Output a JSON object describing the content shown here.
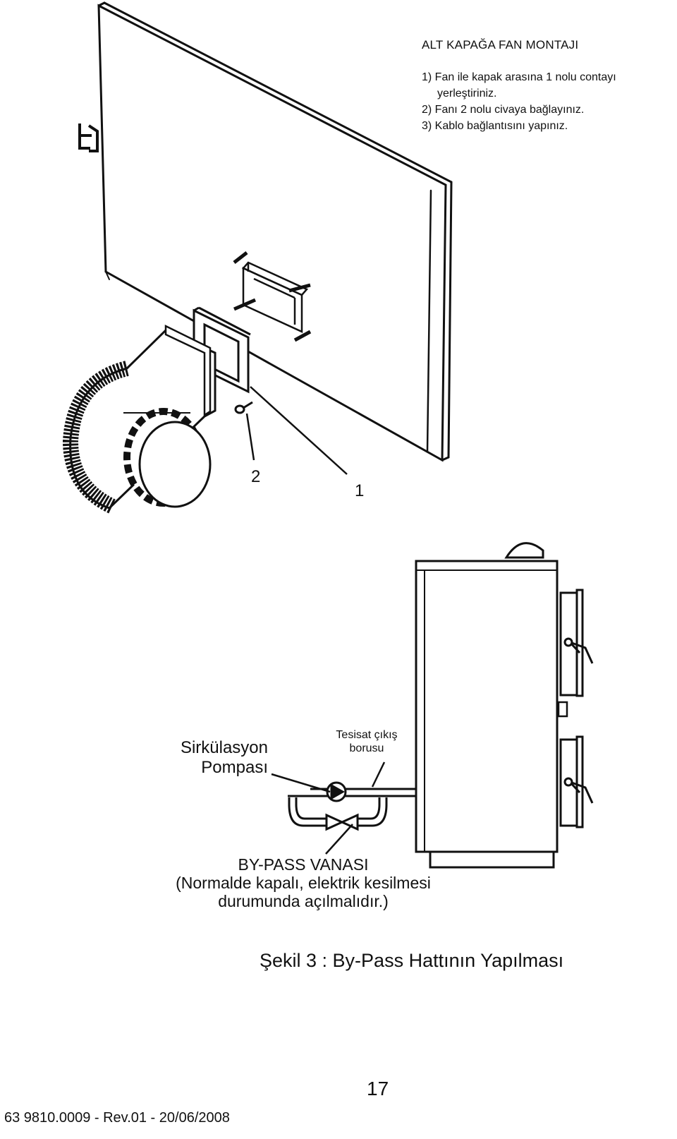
{
  "instructions": {
    "title": "ALT KAPAĞA FAN MONTAJI",
    "steps": [
      "1) Fan ile kapak arasına 1 nolu contayı",
      "yerleştiriniz.",
      "2) Fanı 2 nolu civaya bağlayınız.",
      "3) Kablo bağlantısını yapınız."
    ]
  },
  "figure_top": {
    "callouts": [
      "2",
      "1"
    ]
  },
  "figure_bottom": {
    "pump_label": [
      "Sirkülasyon",
      "Pompası"
    ],
    "pipe_label": [
      "Tesisat çıkış",
      "borusu"
    ],
    "bypass_label": [
      "BY-PASS VANASI",
      "(Normalde kapalı, elektrik kesilmesi",
      "durumunda açılmalıdır.)"
    ]
  },
  "caption": "Şekil 3 : By-Pass Hattının Yapılması",
  "footer": {
    "doc_code": "63 9810.0009  -  Rev.01 - 20/06/2008",
    "page_number": "17"
  }
}
